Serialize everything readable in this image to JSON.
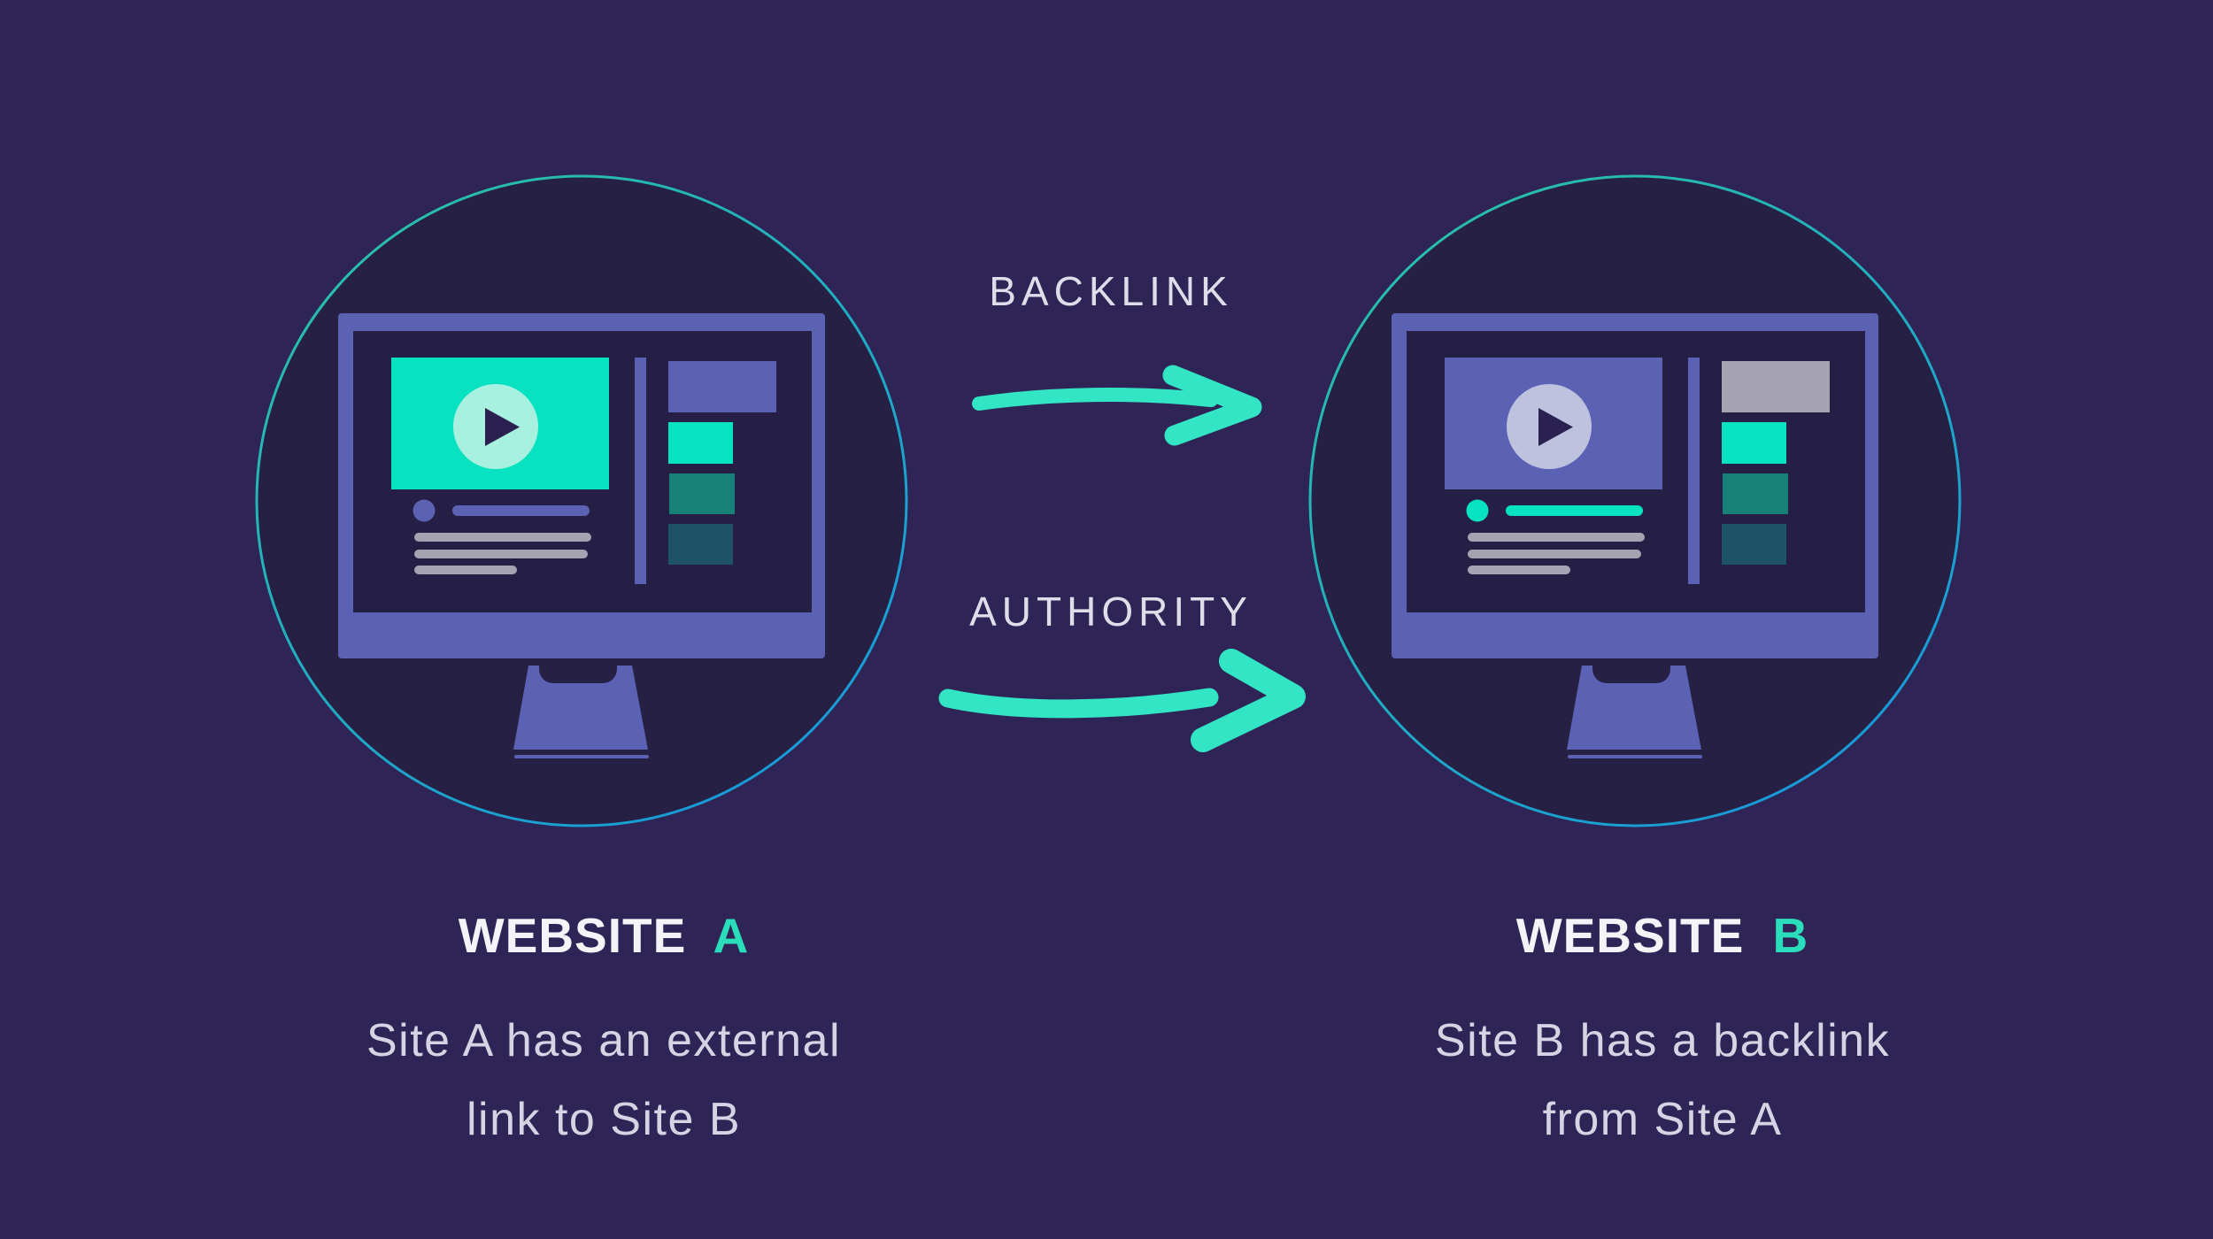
{
  "colors": {
    "background": "#2E2556",
    "circle_fill": "#262045",
    "ring_teal": "#2BC4A3",
    "ring_blue": "#189BD8",
    "periwinkle": "#5B61B3",
    "screen_dark": "#261F45",
    "teal_bright": "#07E2C1",
    "mint_light": "#A8F0DF",
    "lavender_light": "#BFC2DF",
    "navy_dark": "#2A2150",
    "gray_light": "#A5A3B2",
    "teal_medium": "#178077",
    "teal_deep": "#1E5365",
    "arrow_teal": "#32E5C4",
    "label_text": "#DFDDE9",
    "title_text": "#F4F3F8",
    "caption_text": "#D6D3E4",
    "accent_text": "#2BDEBB"
  },
  "flow": {
    "backlink_label": "BACKLINK",
    "authority_label": "AUTHORITY"
  },
  "websites": [
    {
      "name": "WEBSITE",
      "letter": "A",
      "caption_line1": "Site A has an external",
      "caption_line2": "link to Site B",
      "theme": {
        "video_bg": "#07E2C1",
        "play_circle": "#A8F0DF",
        "play_triangle": "#2A2150",
        "byline_dot": "#5B61B3",
        "byline_bar": "#5B61B3",
        "sidebar_top": "#5B61B3"
      }
    },
    {
      "name": "WEBSITE",
      "letter": "B",
      "caption_line1": "Site B has a backlink",
      "caption_line2": "from Site A",
      "theme": {
        "video_bg": "#5B61B3",
        "play_circle": "#BFC2DF",
        "play_triangle": "#2A2150",
        "byline_dot": "#07E2C1",
        "byline_bar": "#07E2C1",
        "sidebar_top": "#A5A3B2"
      }
    }
  ]
}
